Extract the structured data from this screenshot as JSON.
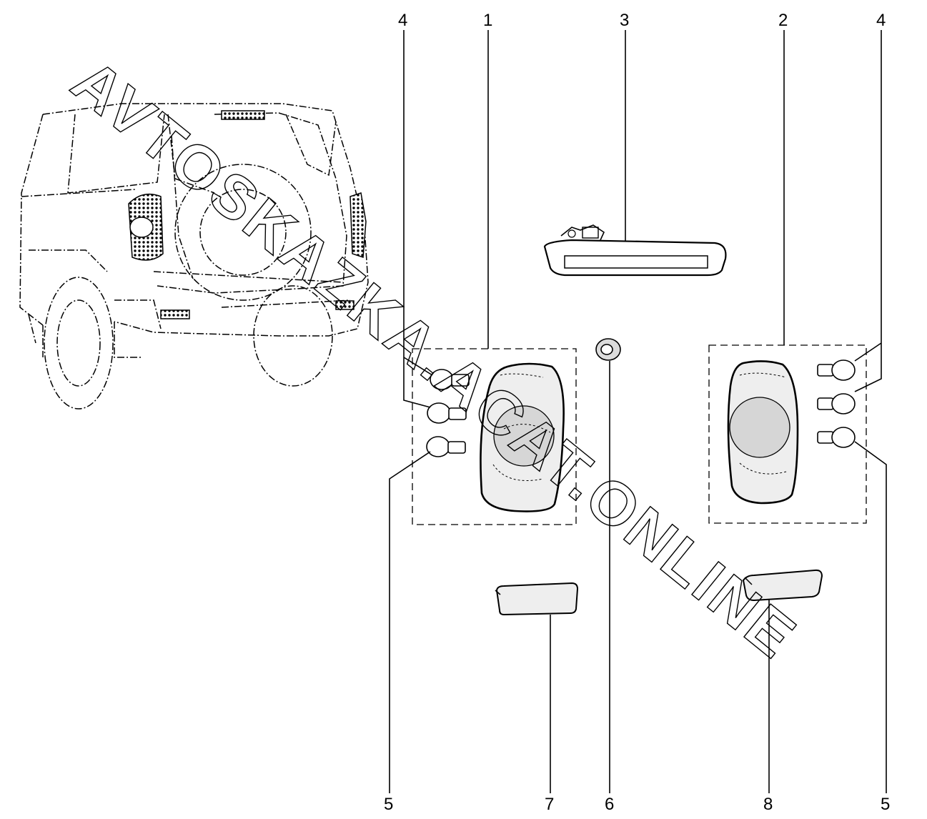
{
  "callouts": {
    "c1": "1",
    "c2": "2",
    "c3": "3",
    "c4_left": "4",
    "c4_right": "4",
    "c5_left": "5",
    "c5_right": "5",
    "c6": "6",
    "c7": "7",
    "c8": "8"
  },
  "watermark": {
    "text": "AVTOSKAZKA.ACAT.ONLINE"
  },
  "parts": [
    {
      "id": "1",
      "name": "left-taillight-assembly"
    },
    {
      "id": "2",
      "name": "right-taillight-assembly"
    },
    {
      "id": "3",
      "name": "high-mounted-brake-light"
    },
    {
      "id": "4",
      "name": "bulb"
    },
    {
      "id": "5",
      "name": "bulb"
    },
    {
      "id": "6",
      "name": "lamp-socket"
    },
    {
      "id": "7",
      "name": "left-rear-reflector"
    },
    {
      "id": "8",
      "name": "right-rear-reflector"
    }
  ],
  "colors": {
    "line": "#000000",
    "background": "#ffffff",
    "fill": "#e6e6e6"
  }
}
